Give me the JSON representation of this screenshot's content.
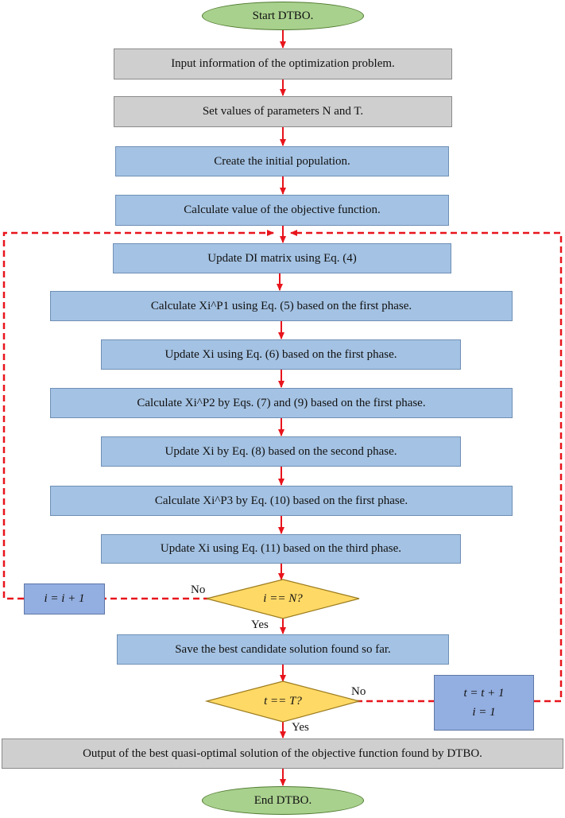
{
  "nodes": {
    "start": "Start DTBO.",
    "input": "Input information of the optimization problem.",
    "set_params": "Set values of parameters N and T.",
    "create_pop": "Create the initial population.",
    "calc_obj": "Calculate value of the objective function.",
    "update_di": "Update  DI matrix using Eq. (4)",
    "calc_xp1": "Calculate  Xi^P1 using Eq. (5) based on the first phase.",
    "update_xi_6": "Update  Xi using Eq. (6) based on the first phase.",
    "calc_xp2": "Calculate  Xi^P2 by Eqs. (7) and (9) based on the first phase.",
    "update_xi_8": "Update  Xi by Eq. (8) based on the second phase.",
    "calc_xp3": "Calculate  Xi^P3 by Eq. (10) based on the first phase.",
    "update_xi_11": "Update  Xi using Eq. (11) based on the third phase.",
    "decision_i": "i == N?",
    "increment_i": "i = i + 1",
    "save_best": "Save the best candidate solution found so far.",
    "decision_t": "t == T?",
    "increment_t_line1": "t = t + 1",
    "increment_t_line2": "i  =  1",
    "output": "Output of the best quasi-optimal solution of the objective function found by DTBO.",
    "end": "End DTBO."
  },
  "edges": {
    "no_i": "No",
    "yes_i": "Yes",
    "no_t": "No",
    "yes_t": "Yes"
  },
  "colors": {
    "arrow": "#e8141c",
    "terminal_fill": "#a9d18e",
    "gray_fill": "#cfcfcf",
    "blue_fill": "#a4c2e3",
    "decision_fill": "#ffd966"
  }
}
